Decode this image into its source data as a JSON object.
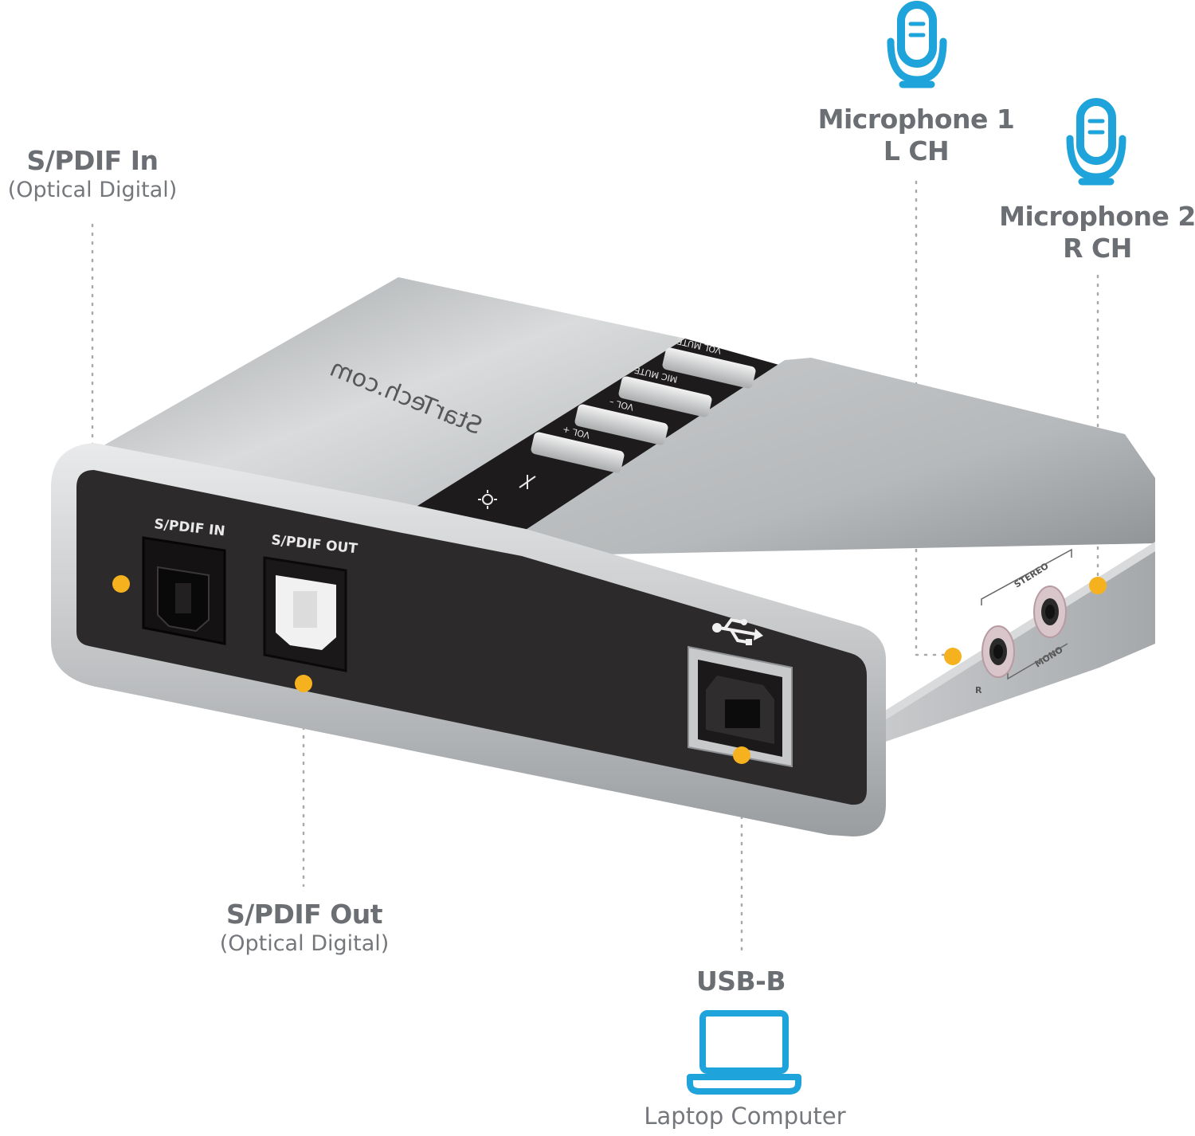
{
  "annotations": {
    "spdif_in": {
      "title": "S/PDIF In",
      "subtitle": "(Optical Digital)"
    },
    "spdif_out": {
      "title": "S/PDIF Out",
      "subtitle": "(Optical Digital)"
    },
    "mic1": {
      "line1": "Microphone 1",
      "line2": "L CH"
    },
    "mic2": {
      "line1": "Microphone 2",
      "line2": "R CH"
    },
    "usb": {
      "title": "USB-B"
    },
    "laptop": {
      "caption": "Laptop Computer"
    }
  },
  "device": {
    "brand": "StarTech.com",
    "buttons": [
      "VOL MUTE",
      "MIC MUTE",
      "VOL –",
      "VOL +"
    ],
    "port_labels": {
      "spdif_in": "S/PDIF IN",
      "spdif_out": "S/PDIF OUT",
      "stereo": "STEREO",
      "mono": "MONO",
      "r": "R"
    }
  },
  "colors": {
    "accent_blue": "#1ea3db",
    "marker_yellow": "#f6b21e",
    "label_gray": "#6b6e72",
    "device_silver": "#b9bcbf",
    "device_dark": "#2c2a2b"
  },
  "icons": {
    "mic1": "microphone-icon",
    "mic2": "microphone-icon",
    "laptop": "laptop-icon",
    "usb": "usb-symbol-icon"
  }
}
